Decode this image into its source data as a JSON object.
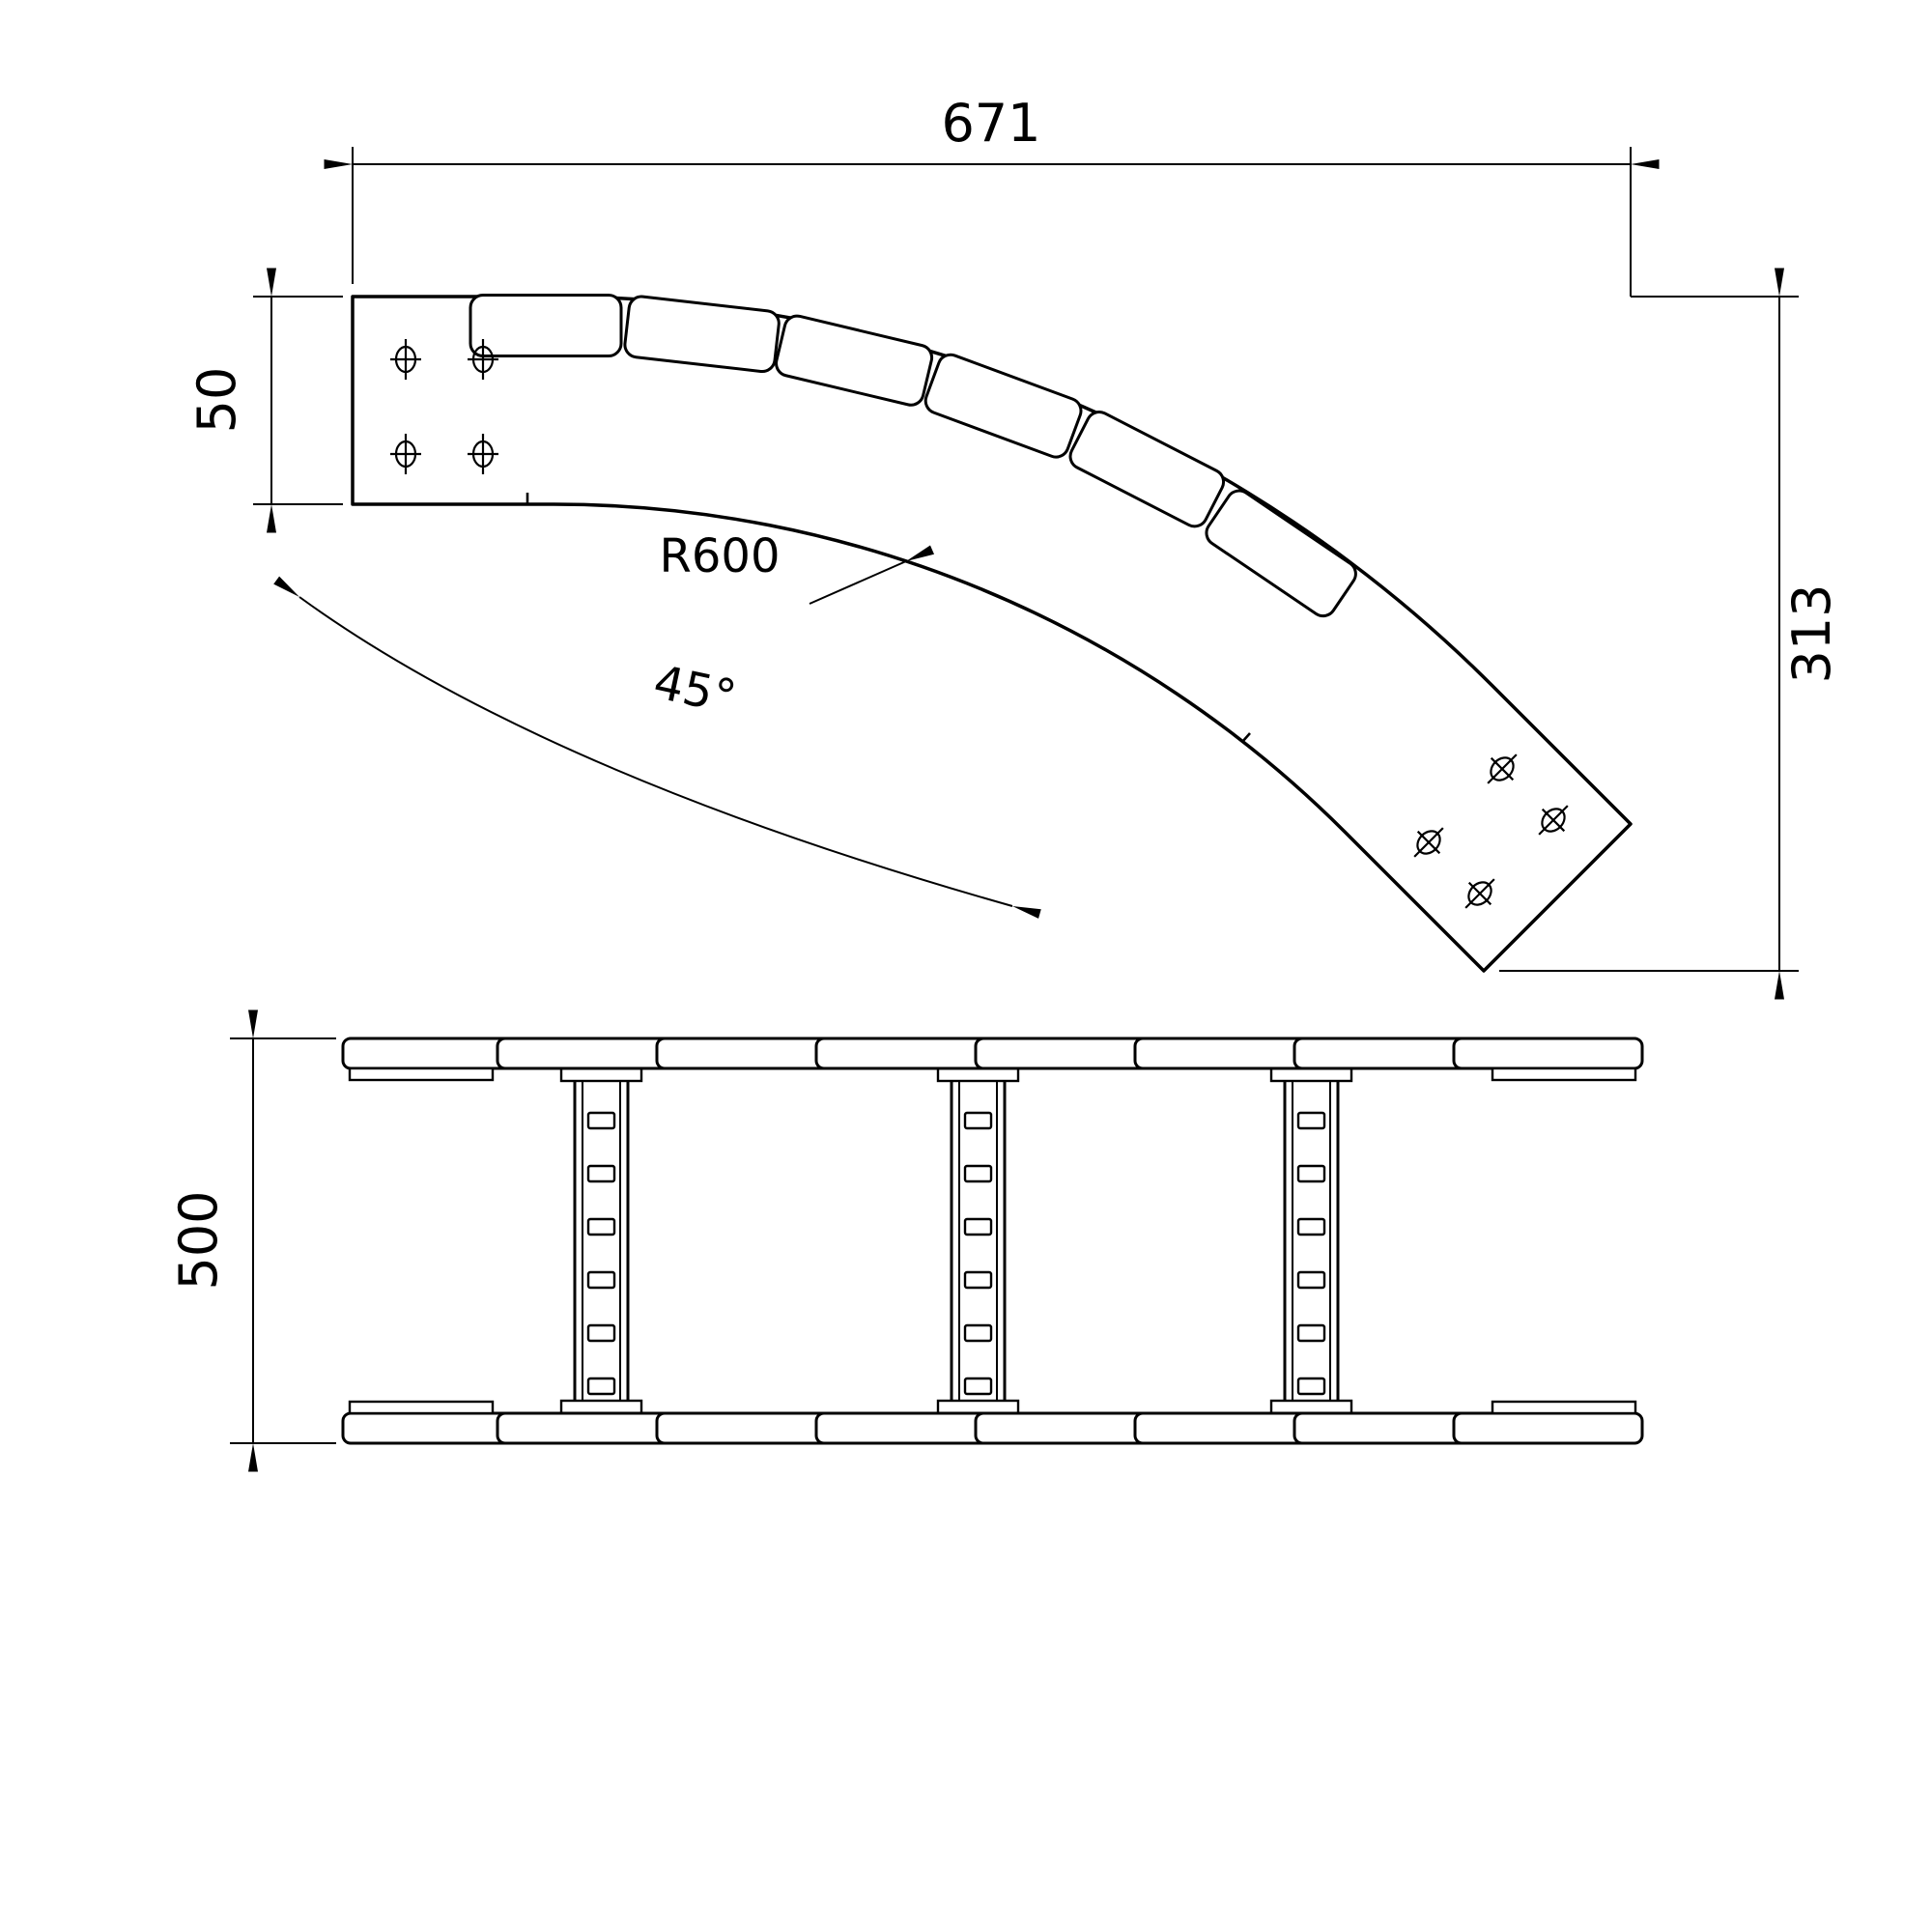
{
  "style": {
    "line_color": "#000000",
    "background": "#ffffff"
  },
  "dimensions": {
    "length": "671",
    "rail_height": "50",
    "height": "313",
    "radius": "R600",
    "angle": "45°",
    "width": "500"
  }
}
